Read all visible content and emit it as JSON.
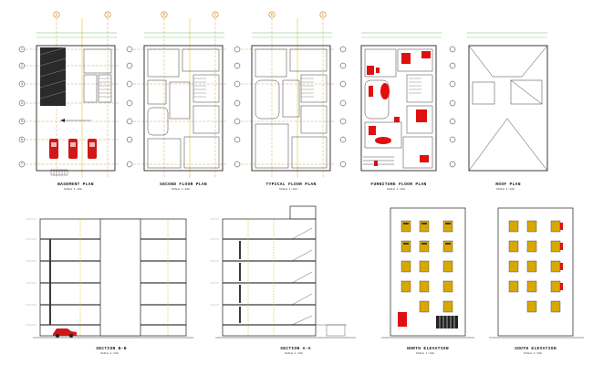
{
  "drawing_labels": {
    "basement_plan": "BASEMENT PLAN",
    "second_floor_plan": "SECOND FLOOR PLAN",
    "typical_floor_plan": "TYPICAL FLOOR PLAN",
    "furniture_floor_plan": "FURNITURE FLOOR PLAN",
    "roof_plan": "ROOF PLAN",
    "section_b_b": "SECTION B-B",
    "section_a_a": "SECTION A-A",
    "north_elevation": "NORTH ELEVATION",
    "south_elevation": "SOUTH ELEVATION"
  },
  "scale_note": "SCALE 1:100",
  "grid_letters": [
    "A",
    "B",
    "C"
  ],
  "row_numbers": [
    "1",
    "2",
    "3",
    "4",
    "5",
    "6",
    "7"
  ],
  "colors": {
    "wall": "#3a3a3a",
    "grid": "#b8860b",
    "axis": "#e0b800",
    "dim": "#3aa63a",
    "furniture": "#e01010",
    "window": "#d8a800",
    "car": "#d01818"
  }
}
